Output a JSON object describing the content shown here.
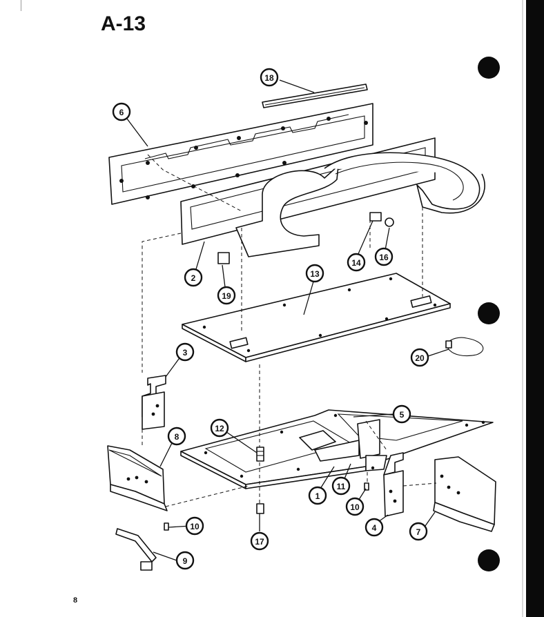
{
  "title": "A-13",
  "page_number": "8",
  "callouts": [
    "1",
    "2",
    "3",
    "4",
    "5",
    "6",
    "7",
    "8",
    "9",
    "10",
    "10",
    "11",
    "12",
    "13",
    "14",
    "16",
    "17",
    "18",
    "19",
    "20"
  ]
}
